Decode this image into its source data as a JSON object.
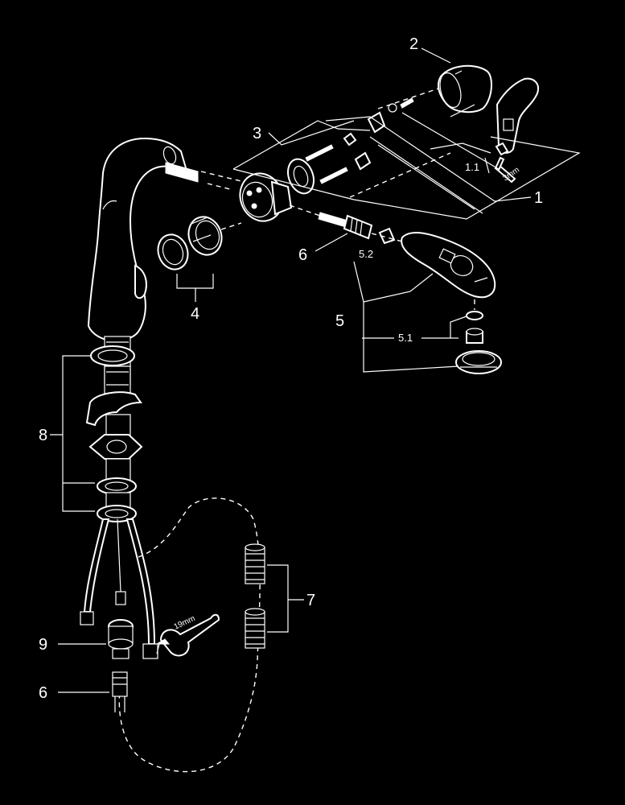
{
  "diagram": {
    "callouts": {
      "c1": "1",
      "c1_1": "1.1",
      "c2": "2",
      "c3": "3",
      "c4": "4",
      "c5": "5",
      "c5_1": "5.1",
      "c5_2": "5.2",
      "c6a": "6",
      "c6b": "6",
      "c7": "7",
      "c8": "8",
      "c9": "9"
    },
    "tools": {
      "hex_key": "3mm",
      "wrench": "19mm"
    }
  },
  "colors": {
    "background": "#000000",
    "line": "#ffffff"
  }
}
